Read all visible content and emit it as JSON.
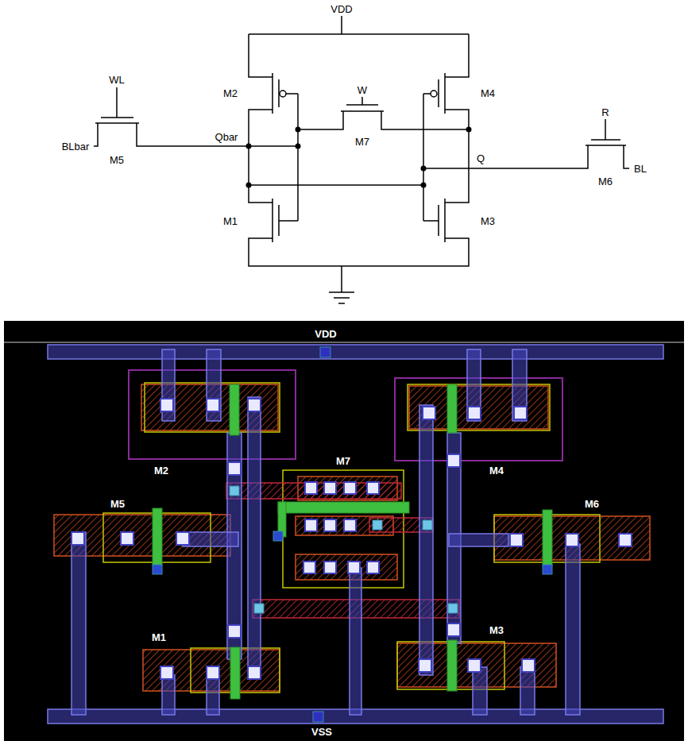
{
  "diagram": {
    "labels": [
      "VDD",
      "WL",
      "M2",
      "W",
      "M4",
      "R",
      "BLbar",
      "M5",
      "Qbar",
      "M7",
      "Q",
      "M6",
      "BL",
      "M1",
      "M3",
      "VDD",
      "M2",
      "M4",
      "M7",
      "M5",
      "M6",
      "M1",
      "M3",
      "VSS"
    ]
  }
}
